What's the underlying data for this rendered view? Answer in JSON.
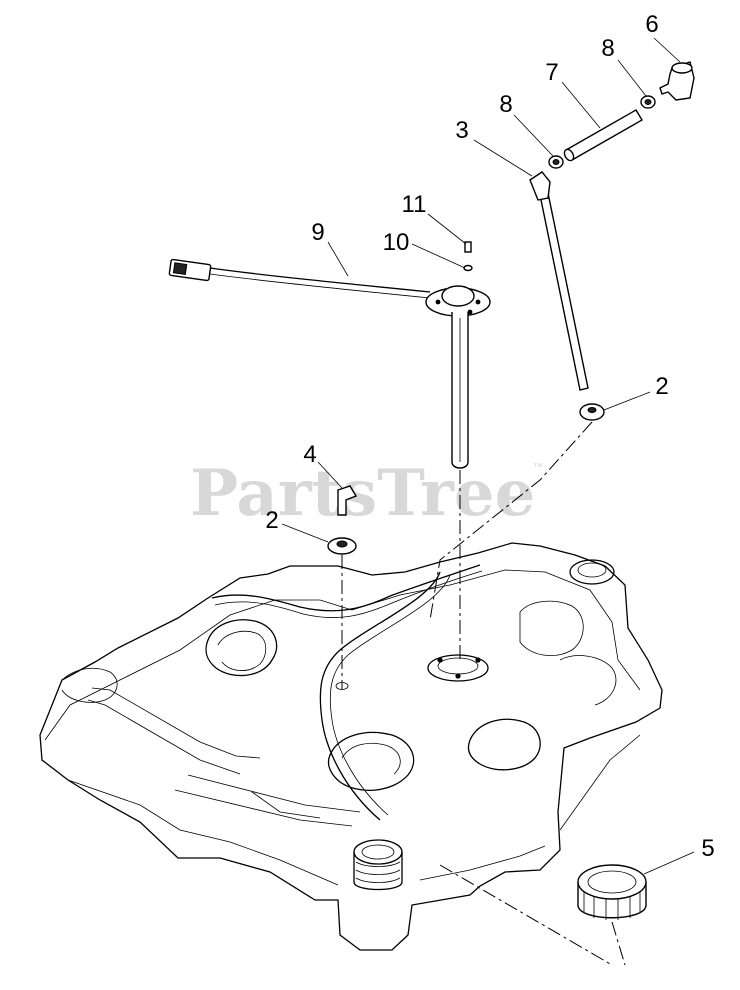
{
  "watermark": {
    "text": "PartsTree",
    "mark": "™"
  },
  "callouts": {
    "c2a": "2",
    "c2b": "2",
    "c3": "3",
    "c4": "4",
    "c5": "5",
    "c6": "6",
    "c7": "7",
    "c8a": "8",
    "c8b": "8",
    "c9": "9",
    "c10": "10",
    "c11": "11"
  }
}
